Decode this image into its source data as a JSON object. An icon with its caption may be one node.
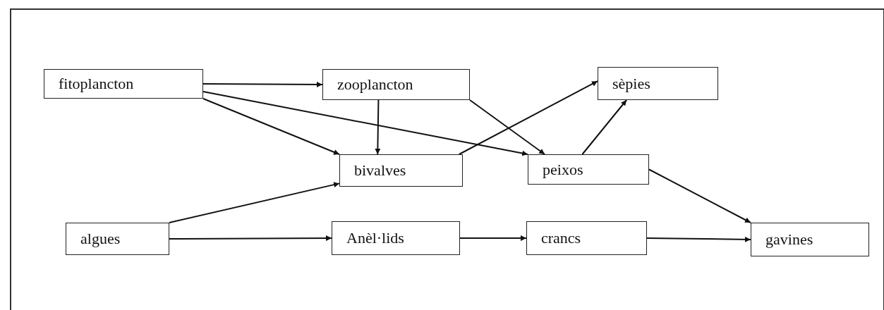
{
  "diagram": {
    "nodes": [
      {
        "text": [
          "fitoplancton"
        ]
      },
      {
        "text": [
          "zooplancton"
        ]
      },
      {
        "text": [
          "sèpies"
        ]
      },
      {
        "text": [
          "bivalves"
        ]
      },
      {
        "text": [
          "peixos"
        ]
      },
      {
        "text": [
          "algues"
        ]
      },
      {
        "text": [
          "Anèl·lids"
        ]
      },
      {
        "text": [
          "crancs"
        ]
      },
      {
        "text": [
          "gavines"
        ]
      }
    ],
    "edges": [
      {
        "from": 0,
        "to": 1,
        "arrow": "to"
      },
      {
        "from": 0,
        "to": 3,
        "arrow": "to"
      },
      {
        "from": 0,
        "to": 4,
        "arrow": "to"
      },
      {
        "from": 1,
        "to": 3,
        "arrow": "to"
      },
      {
        "from": 1,
        "to": 4,
        "arrow": "to"
      },
      {
        "from": 3,
        "to": 2,
        "arrow": "to"
      },
      {
        "from": 4,
        "to": 2,
        "arrow": "to"
      },
      {
        "from": 4,
        "to": 8,
        "arrow": "to"
      },
      {
        "from": 5,
        "to": 3,
        "arrow": "to"
      },
      {
        "from": 5,
        "to": 6,
        "arrow": "to"
      },
      {
        "from": 6,
        "to": 7,
        "arrow": "to"
      },
      {
        "from": 7,
        "to": 8,
        "arrow": "to"
      }
    ]
  }
}
